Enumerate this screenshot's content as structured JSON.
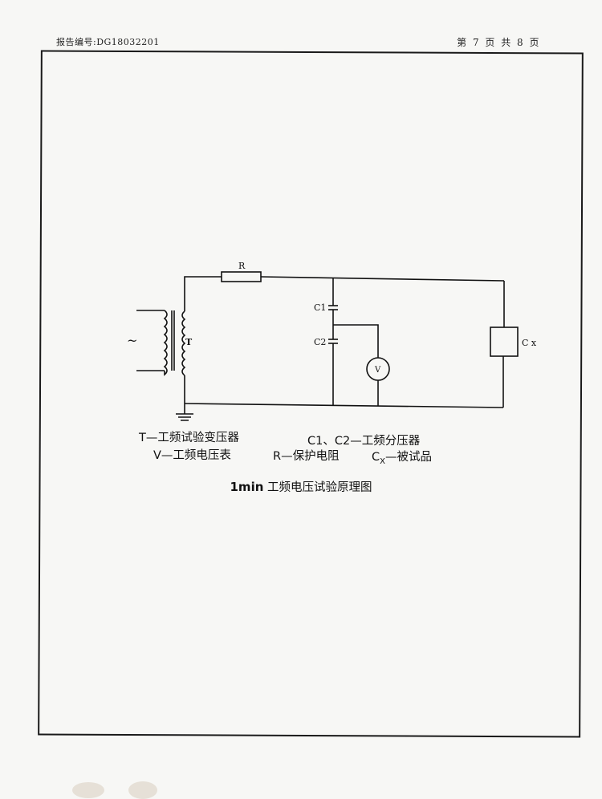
{
  "header": {
    "report_no": "报告编号:DG18032201",
    "page_info": "第 7 页 共 8 页"
  },
  "circuit": {
    "labels": {
      "source": "~",
      "transformer": "T",
      "resistor": "R",
      "c1": "C1",
      "c2": "C2",
      "voltmeter": "V",
      "cx": "C x"
    }
  },
  "legend": {
    "t": "T—工频试验变压器",
    "c12": "C1、C2—工频分压器",
    "v": "V—工频电压表",
    "r": "R—保护电阻",
    "cx_main": "C",
    "cx_sub": "X",
    "cx_rest": "—被试品"
  },
  "figure": {
    "title_bold": "1min",
    "title_rest": " 工频电压试验原理图"
  }
}
